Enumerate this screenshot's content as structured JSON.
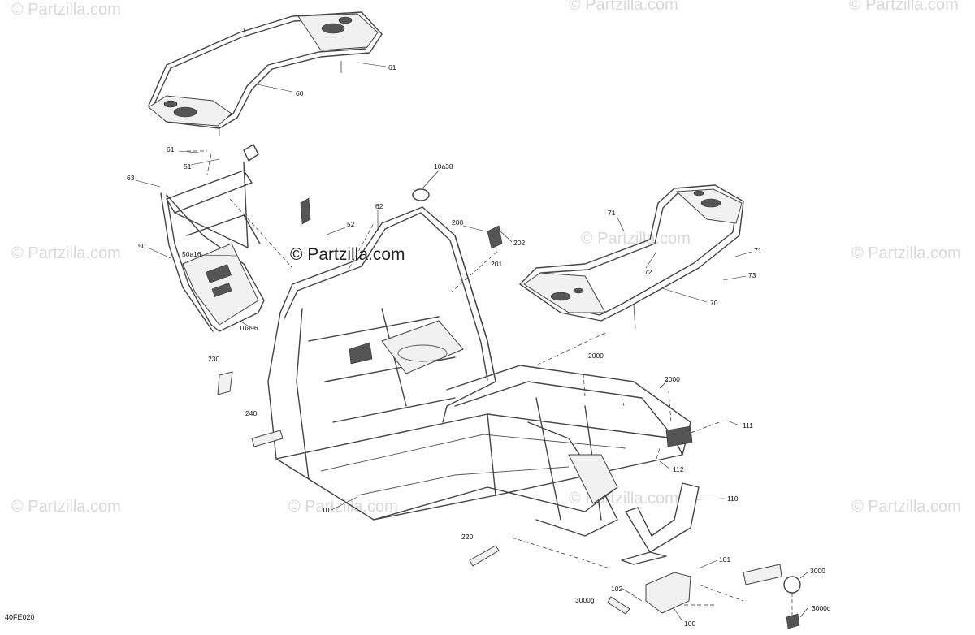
{
  "diagram": {
    "code": "40FE020",
    "watermark_center": "© Partzilla.com",
    "watermark_faint": "© Partzilla.com",
    "callouts": {
      "c60": "60",
      "c61a": "61",
      "c61b": "61",
      "c51": "51",
      "c63": "63",
      "c50": "50",
      "c50a16": "50a16",
      "c52": "52",
      "c62": "62",
      "c10a38": "10a38",
      "c10a96": "10a96",
      "c200": "200",
      "c202": "202",
      "c201": "201",
      "c71a": "71",
      "c71b": "71",
      "c72": "72",
      "c73": "73",
      "c70": "70",
      "c230": "230",
      "c240": "240",
      "c2000a": "2000",
      "c2000b": "2000",
      "c111": "111",
      "c112": "112",
      "c110": "110",
      "c10": "10",
      "c220": "220",
      "c101": "101",
      "c102": "102",
      "c3000": "3000",
      "c3000g": "3000g",
      "c3000d": "3000d",
      "c100": "100"
    }
  }
}
